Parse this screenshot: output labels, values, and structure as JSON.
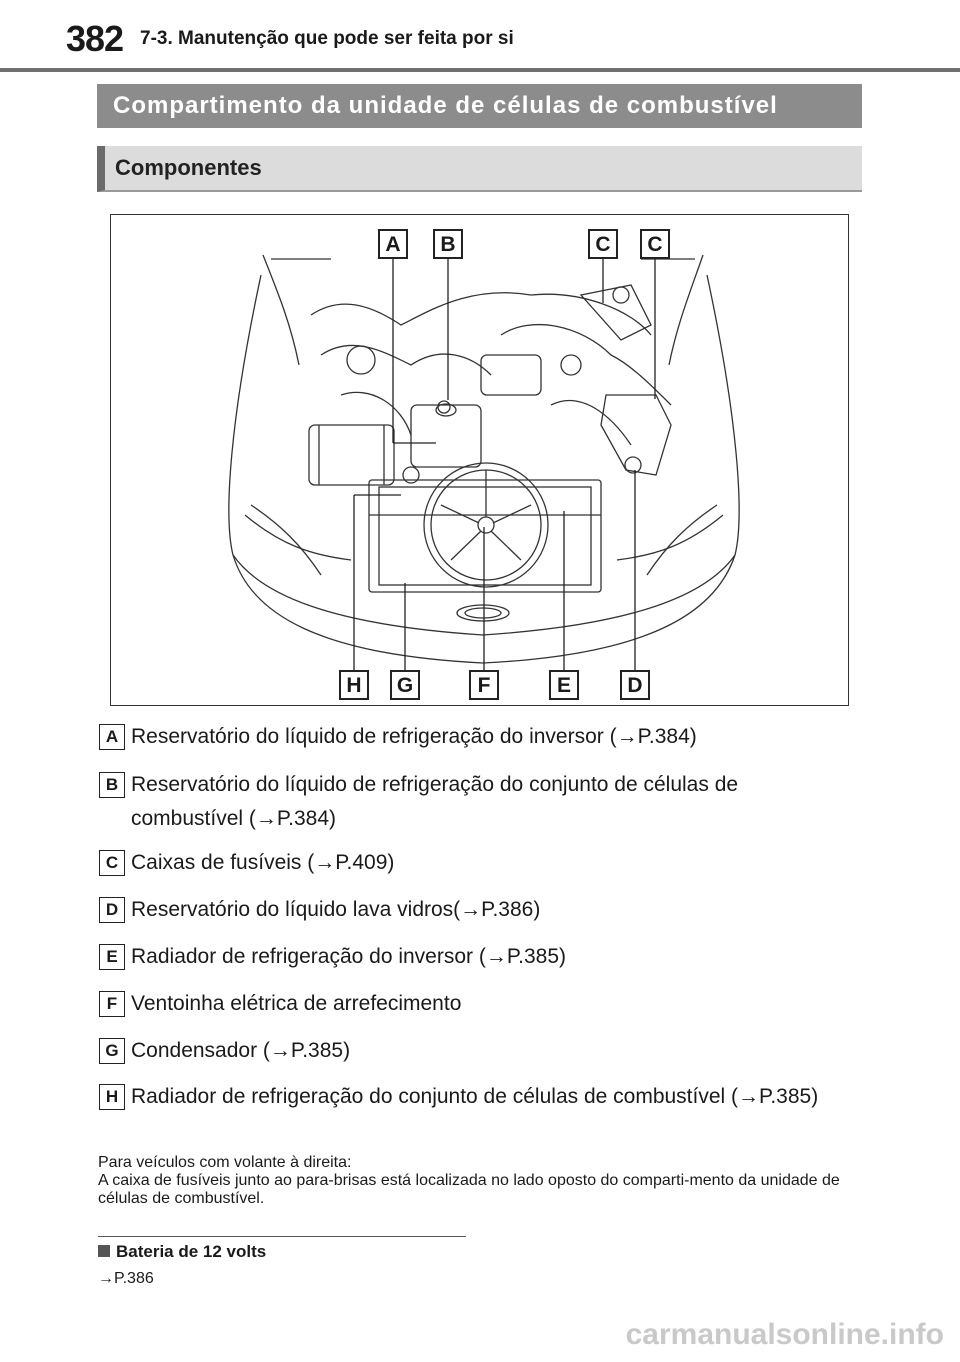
{
  "header": {
    "page_number": "382",
    "section": "7-3. Manutenção que pode ser feita por si"
  },
  "section_title": "Compartimento da unidade de células de combustível",
  "subsection_title": "Componentes",
  "figure": {
    "callouts_top": [
      "A",
      "B",
      "C",
      "C"
    ],
    "callouts_bottom": [
      "H",
      "G",
      "F",
      "E",
      "D"
    ]
  },
  "items": [
    {
      "letter": "A",
      "text": "Reservatório do líquido de refrigeração do inversor (→P.384)"
    },
    {
      "letter": "B",
      "text": "Reservatório do líquido de refrigeração do conjunto de células de combustível (→P.384)"
    },
    {
      "letter": "C",
      "text": "Caixas de fusíveis (→P.409)"
    },
    {
      "letter": "D",
      "text": "Reservatório do líquido lava vidros(→P.386)"
    },
    {
      "letter": "E",
      "text": "Radiador de refrigeração do inversor (→P.385)"
    },
    {
      "letter": "F",
      "text": "Ventoinha elétrica de arrefecimento"
    },
    {
      "letter": "G",
      "text": "Condensador (→P.385)"
    },
    {
      "letter": "H",
      "text": "Radiador de refrigeração do conjunto de células de combustível (→P.385)"
    }
  ],
  "note": {
    "line1": "Para veículos com volante à direita:",
    "line2": "A caixa de fusíveis junto ao para-brisas está localizada no lado oposto do comparti-mento da unidade de células de combustível."
  },
  "battery": {
    "heading": "Bateria de 12 volts",
    "ref": "→P.386"
  },
  "watermark": "carmanualsonline.info"
}
